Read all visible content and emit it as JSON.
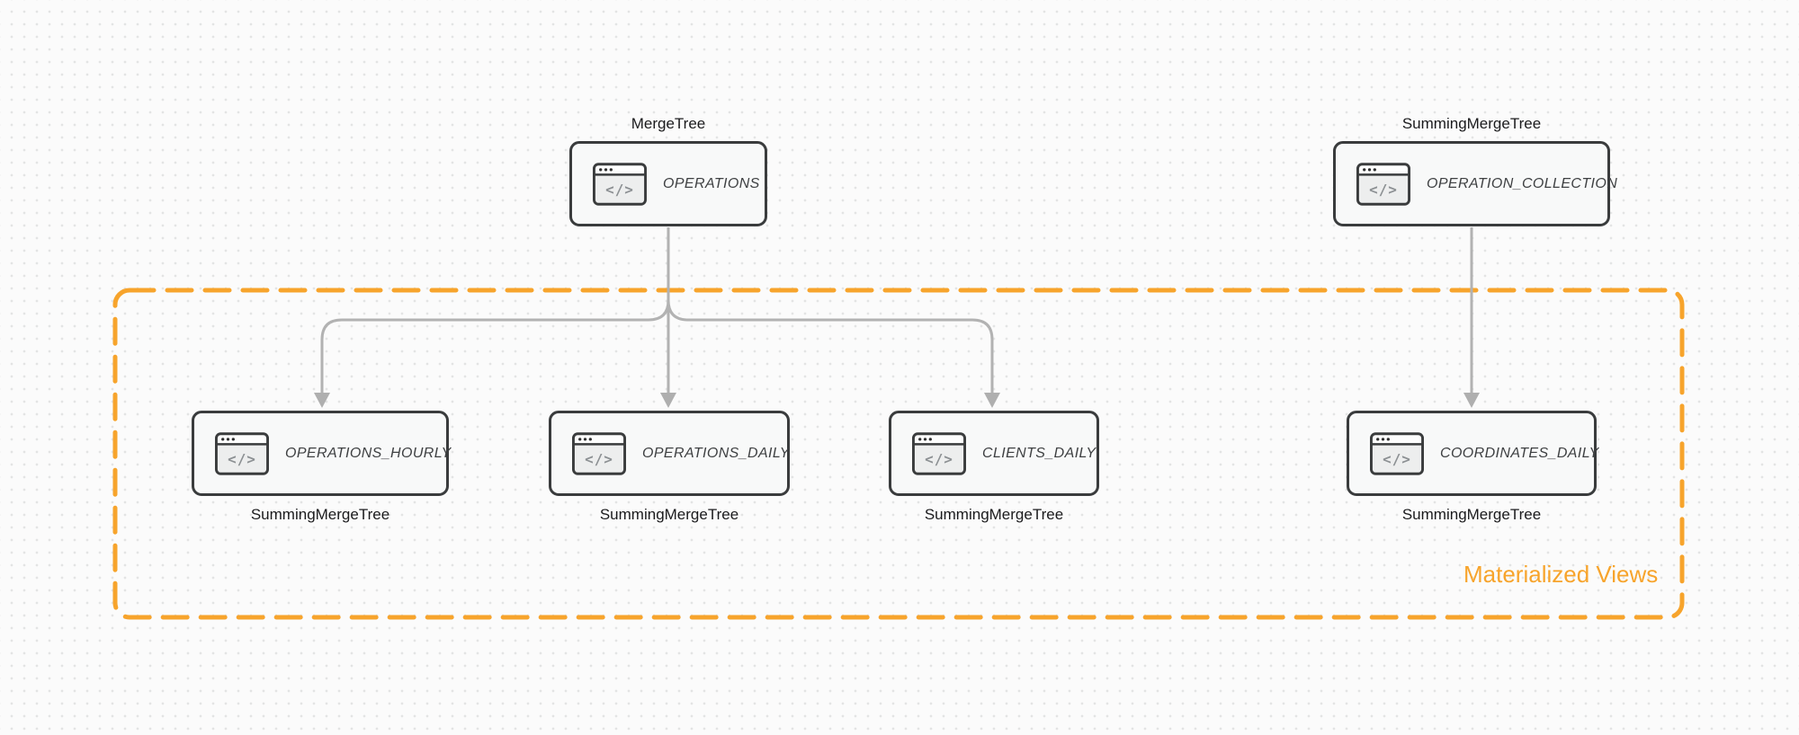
{
  "diagram": {
    "materialized_views_label": "Materialized Views",
    "icon_glyph": "</>",
    "nodes": [
      {
        "id": "operations",
        "table": "OPERATIONS",
        "engine": "MergeTree",
        "engine_position": "top"
      },
      {
        "id": "operation_collection",
        "table": "OPERATION_COLLECTION",
        "engine": "SummingMergeTree",
        "engine_position": "top"
      },
      {
        "id": "operations_hourly",
        "table": "OPERATIONS_HOURLY",
        "engine": "SummingMergeTree",
        "engine_position": "bottom"
      },
      {
        "id": "operations_daily",
        "table": "OPERATIONS_DAILY",
        "engine": "SummingMergeTree",
        "engine_position": "bottom"
      },
      {
        "id": "clients_daily",
        "table": "CLIENTS_DAILY",
        "engine": "SummingMergeTree",
        "engine_position": "bottom"
      },
      {
        "id": "coordinates_daily",
        "table": "COORDINATES_DAILY",
        "engine": "SummingMergeTree",
        "engine_position": "bottom"
      }
    ],
    "edges": [
      {
        "from": "OPERATIONS",
        "to": "OPERATIONS_HOURLY"
      },
      {
        "from": "OPERATIONS",
        "to": "OPERATIONS_DAILY"
      },
      {
        "from": "OPERATIONS",
        "to": "CLIENTS_DAILY"
      },
      {
        "from": "OPERATION_COLLECTION",
        "to": "COORDINATES_DAILY"
      }
    ],
    "colors": {
      "accent_orange": "#F7A42C",
      "arrow_gray": "#B2B2B2",
      "node_border": "#3A3C3D",
      "node_fill": "#F8F9F9",
      "background": "#FBFBFB",
      "dot_grid": "#E3E4E4",
      "engine_text": "#1B1B1D",
      "table_text": "#3E4042"
    }
  }
}
